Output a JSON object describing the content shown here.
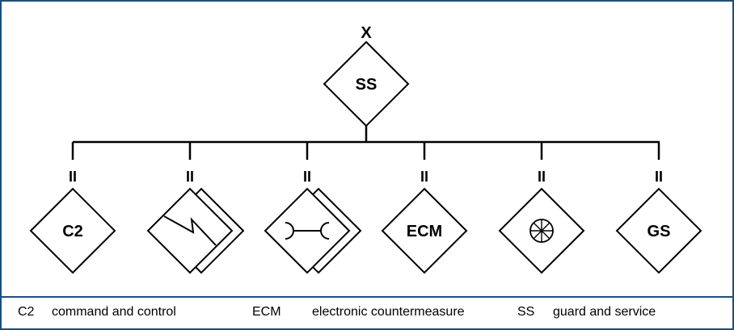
{
  "colors": {
    "border": "#1f4e79",
    "line": "#000000"
  },
  "top_unit": {
    "designation": "X",
    "label": "SS"
  },
  "echelon_mark": "II",
  "units": [
    {
      "label": "C2",
      "icon": "none"
    },
    {
      "label": "",
      "icon": "signal-lightning-icon"
    },
    {
      "label": "",
      "icon": "relay-icon"
    },
    {
      "label": "ECM",
      "icon": "none"
    },
    {
      "label": "",
      "icon": "wheel-icon"
    },
    {
      "label": "GS",
      "icon": "none"
    }
  ],
  "legend": [
    {
      "abbr": "C2",
      "meaning": "command and control"
    },
    {
      "abbr": "ECM",
      "meaning": "electronic countermeasure"
    },
    {
      "abbr": "SS",
      "meaning": "guard and service"
    }
  ]
}
